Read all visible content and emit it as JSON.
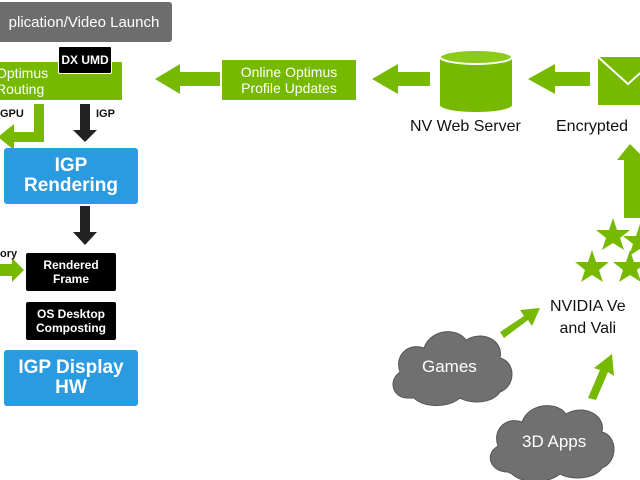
{
  "nodes": {
    "app_launch": "plication/Video Launch",
    "dx_umd": "DX UMD",
    "optimus_routing": "Optimus\nRouting",
    "label_gpu": "GPU",
    "label_igp": "IGP",
    "igp_rendering": "IGP\nRendering",
    "label_memory": "ory",
    "rendered_frame": "Rendered\nFrame",
    "os_desktop": "OS Desktop\nComposting",
    "igp_display": "IGP Display\nHW",
    "online_profile": "Online Optimus\nProfile Updates",
    "web_server": "NV Web Server",
    "encrypted": "Encrypted",
    "nvidia_verify": "NVIDIA Ve\nand Vali",
    "games": "Games",
    "apps_3d": "3D Apps"
  },
  "colors": {
    "nvidia_green": "#76b900",
    "blue": "#2a9be0",
    "gray": "#6d6d6d",
    "cloud_gray": "#707070",
    "black": "#000000"
  }
}
